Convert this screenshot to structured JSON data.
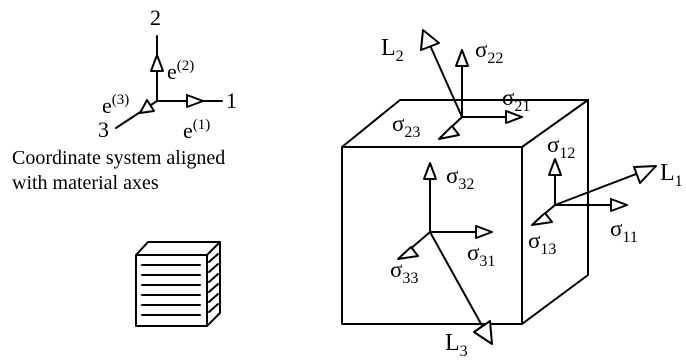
{
  "caption": {
    "line1": "Coordinate system aligned",
    "line2": "with material axes"
  },
  "axes": {
    "axis1": "1",
    "axis2": "2",
    "axis3": "3",
    "e1": {
      "base": "e",
      "sup": "(1)"
    },
    "e2": {
      "base": "e",
      "sup": "(2)"
    },
    "e3": {
      "base": "e",
      "sup": "(3)"
    }
  },
  "stress_labels": {
    "s11": {
      "base": "σ",
      "sub": "11"
    },
    "s12": {
      "base": "σ",
      "sub": "12"
    },
    "s13": {
      "base": "σ",
      "sub": "13"
    },
    "s21": {
      "base": "σ",
      "sub": "21"
    },
    "s22": {
      "base": "σ",
      "sub": "22"
    },
    "s23": {
      "base": "σ",
      "sub": "23"
    },
    "s31": {
      "base": "σ",
      "sub": "31"
    },
    "s32": {
      "base": "σ",
      "sub": "32"
    },
    "s33": {
      "base": "σ",
      "sub": "33"
    }
  },
  "normals": {
    "L1": {
      "base": "L",
      "sub": "1"
    },
    "L2": {
      "base": "L",
      "sub": "2"
    },
    "L3": {
      "base": "L",
      "sub": "3"
    }
  },
  "colors": {
    "ink": "#000000",
    "background": "#ffffff"
  }
}
